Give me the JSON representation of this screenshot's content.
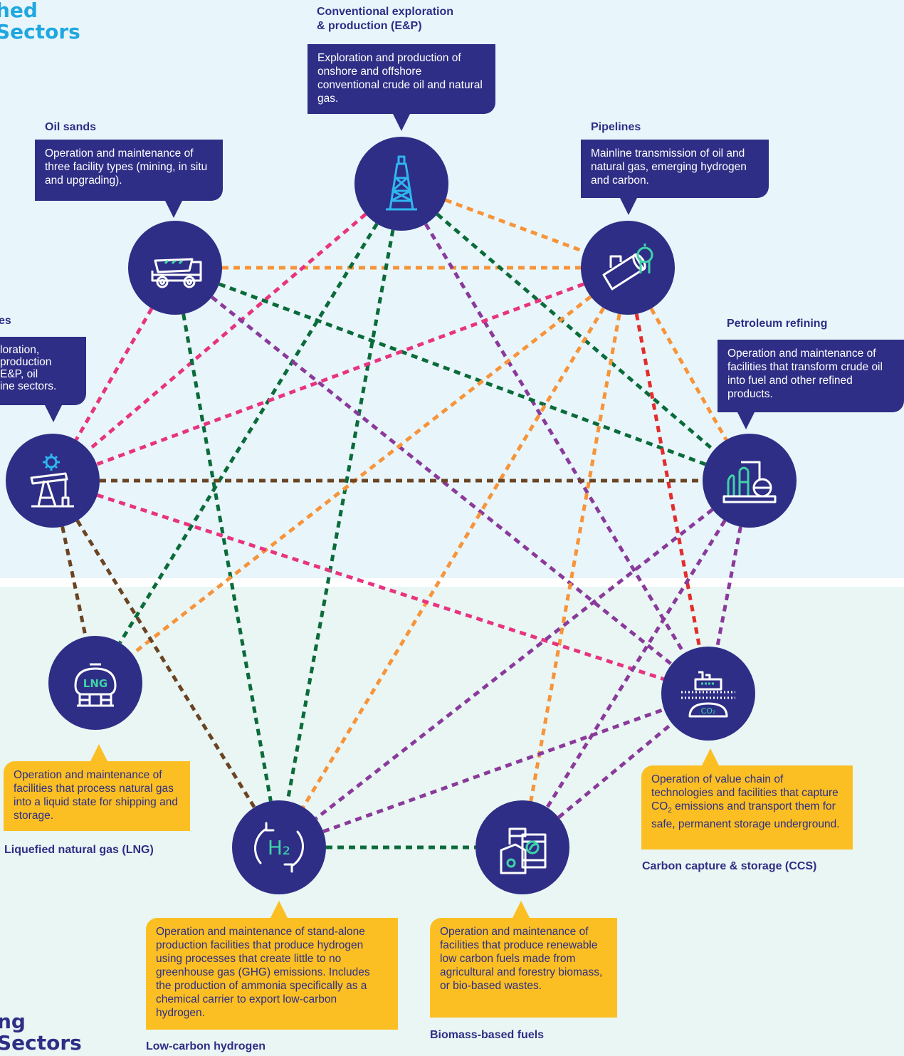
{
  "headings": {
    "established": "hed\nSectors",
    "emerging": "ng\nSectors"
  },
  "colors": {
    "navy": "#2E2E86",
    "orange": "#F7943A",
    "pink": "#E8347F",
    "green": "#0B6B3A",
    "purple": "#8A3A9A",
    "brown": "#6B4423",
    "red": "#E32D2D",
    "yellow": "#FBBF24",
    "teal": "#3FD3A8",
    "cyan": "#2FB6F0"
  },
  "nodes": {
    "ep": {
      "icon": "oil-derrick-icon",
      "label": "Conventional exploration\n& production (E&P)",
      "desc": "Exploration and production of onshore and offshore conventional crude oil and natural gas."
    },
    "oilsands": {
      "icon": "mining-truck-icon",
      "label": "Oil sands",
      "desc": "Operation and maintenance of three facility types (mining, in situ and upgrading)."
    },
    "pipelines": {
      "icon": "pipeline-icon",
      "label": "Pipelines",
      "desc": "Mainline transmission of oil and natural gas, emerging hydrogen and carbon."
    },
    "services": {
      "icon": "pumpjack-gear-icon",
      "label": "es",
      "desc": "loration,\nproduction\nE&P, oil\nine sectors."
    },
    "refining": {
      "icon": "refinery-icon",
      "label": "Petroleum refining",
      "desc": "Operation and maintenance of facilities that transform crude oil into fuel and other refined products."
    },
    "lng": {
      "icon": "lng-tank-icon",
      "icon_text": "LNG",
      "label": "Liquefied natural gas (LNG)",
      "desc": "Operation and maintenance of facilities that process natural gas into a liquid state for shipping and storage."
    },
    "ccs": {
      "icon": "ccs-facility-icon",
      "icon_text": "CO₂",
      "label": "Carbon capture & storage (CCS)",
      "desc_parts": [
        "Operation of value chain of technologies and facilities that capture CO",
        "2",
        " emissions and transport them for safe, permanent storage underground."
      ]
    },
    "hydrogen": {
      "icon": "hydrogen-cycle-icon",
      "icon_text": "H₂",
      "label": "Low-carbon hydrogen",
      "desc": "Operation and maintenance of stand-alone production facilities that produce hydrogen using processes that create little to no greenhouse gas (GHG) emissions. Includes the production of ammonia specifically as a chemical carrier to export low-carbon hydrogen."
    },
    "biomass": {
      "icon": "biofuel-barrels-icon",
      "label": "Biomass-based fuels",
      "desc": "Operation and maintenance of facilities that produce renewable low carbon fuels made from agricultural and forestry biomass, or bio-based wastes."
    }
  },
  "connections": [
    {
      "from": "oilsands",
      "to": "pipelines",
      "color": "orange"
    },
    {
      "from": "ep",
      "to": "pipelines",
      "color": "orange"
    },
    {
      "from": "ep",
      "to": "services",
      "color": "pink"
    },
    {
      "from": "ep",
      "to": "lng",
      "color": "green"
    },
    {
      "from": "ep",
      "to": "hydrogen",
      "color": "green"
    },
    {
      "from": "ep",
      "to": "refining",
      "color": "green"
    },
    {
      "from": "ep",
      "to": "ccs",
      "color": "purple"
    },
    {
      "from": "oilsands",
      "to": "services",
      "color": "pink"
    },
    {
      "from": "oilsands",
      "to": "refining",
      "color": "green"
    },
    {
      "from": "oilsands",
      "to": "hydrogen",
      "color": "green"
    },
    {
      "from": "oilsands",
      "to": "ccs",
      "color": "purple"
    },
    {
      "from": "pipelines",
      "to": "services",
      "color": "pink"
    },
    {
      "from": "pipelines",
      "to": "lng",
      "color": "orange"
    },
    {
      "from": "pipelines",
      "to": "biomass",
      "color": "orange"
    },
    {
      "from": "pipelines",
      "to": "hydrogen",
      "color": "orange"
    },
    {
      "from": "pipelines",
      "to": "refining",
      "color": "orange"
    },
    {
      "from": "pipelines",
      "to": "ccs",
      "color": "red"
    },
    {
      "from": "services",
      "to": "refining",
      "color": "brown"
    },
    {
      "from": "services",
      "to": "lng",
      "color": "brown"
    },
    {
      "from": "services",
      "to": "hydrogen",
      "color": "brown"
    },
    {
      "from": "services",
      "to": "ccs",
      "color": "pink"
    },
    {
      "from": "refining",
      "to": "hydrogen",
      "color": "purple"
    },
    {
      "from": "refining",
      "to": "biomass",
      "color": "purple"
    },
    {
      "from": "refining",
      "to": "ccs",
      "color": "purple"
    },
    {
      "from": "hydrogen",
      "to": "ccs",
      "color": "purple"
    },
    {
      "from": "biomass",
      "to": "ccs",
      "color": "purple"
    },
    {
      "from": "hydrogen",
      "to": "biomass",
      "color": "green"
    }
  ]
}
